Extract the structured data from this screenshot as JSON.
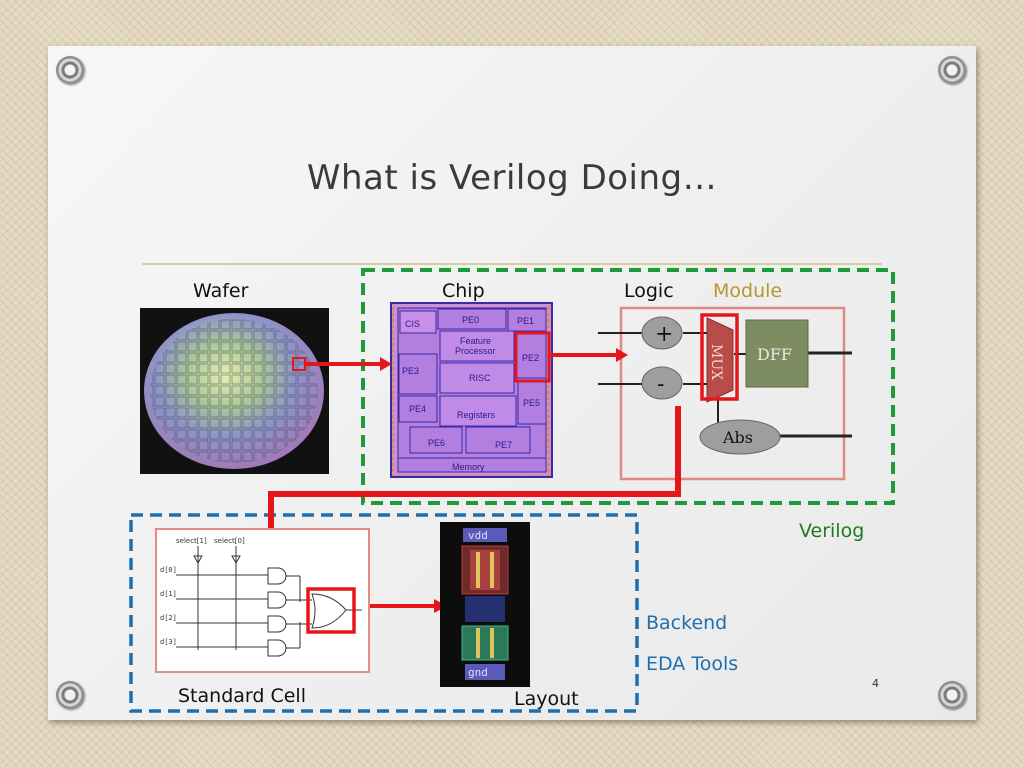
{
  "slide": {
    "title": "What is Verilog Doing…",
    "page_number": "4"
  },
  "labels": {
    "wafer": "Wafer",
    "chip": "Chip",
    "logic": "Logic",
    "module": "Module",
    "verilog": "Verilog",
    "backend": "Backend",
    "eda_tools": "EDA Tools",
    "standard_cell": "Standard Cell",
    "layout": "Layout"
  },
  "chip_blocks": {
    "cis": "CIS",
    "pe0": "PE0",
    "pe1": "PE1",
    "pe2": "PE2",
    "pe3": "PE3",
    "pe4": "PE4",
    "pe5": "PE5",
    "pe6": "PE6",
    "pe7": "PE7",
    "feature_processor": "Feature Processor",
    "feature": "Feature",
    "processor": "Processor",
    "risc": "RISC",
    "registers": "Registers",
    "memory": "Memory"
  },
  "logic_blocks": {
    "plus": "+",
    "minus": "-",
    "mux": "MUX",
    "dff": "DFF",
    "abs": "Abs"
  },
  "std_cell": {
    "select1": "select[1]",
    "select0": "select[0]",
    "d0": "d[0]",
    "d1": "d[1]",
    "d2": "d[2]",
    "d3": "d[3]"
  },
  "layout_labels": {
    "vdd": "vdd",
    "gnd": "gnd"
  },
  "colors": {
    "highlight_red": "#e5161a",
    "verilog_green": "#1f9a3a",
    "backend_blue": "#1f6fae",
    "chip_purple": "#b27fe0",
    "dff_green": "#7e8c62",
    "module_gold": "#b8962e"
  }
}
